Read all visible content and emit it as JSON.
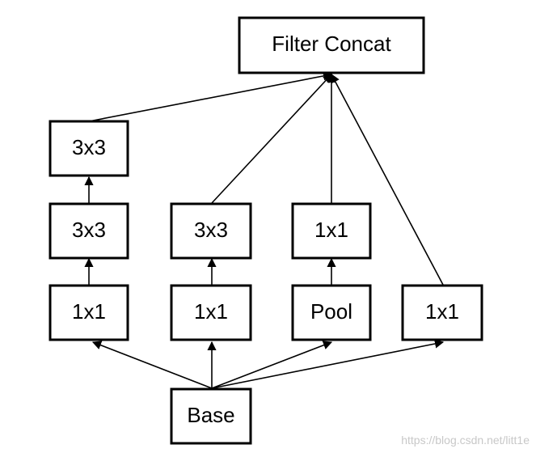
{
  "diagram": {
    "nodes": {
      "filter_concat": "Filter Concat",
      "b1_top_3x3": "3x3",
      "b1_mid_3x3": "3x3",
      "b1_bot_1x1": "1x1",
      "b2_top_3x3": "3x3",
      "b2_bot_1x1": "1x1",
      "b3_top_1x1": "1x1",
      "b3_pool": "Pool",
      "b4_1x1": "1x1",
      "base": "Base"
    }
  },
  "watermark": "https://blog.csdn.net/litt1e"
}
